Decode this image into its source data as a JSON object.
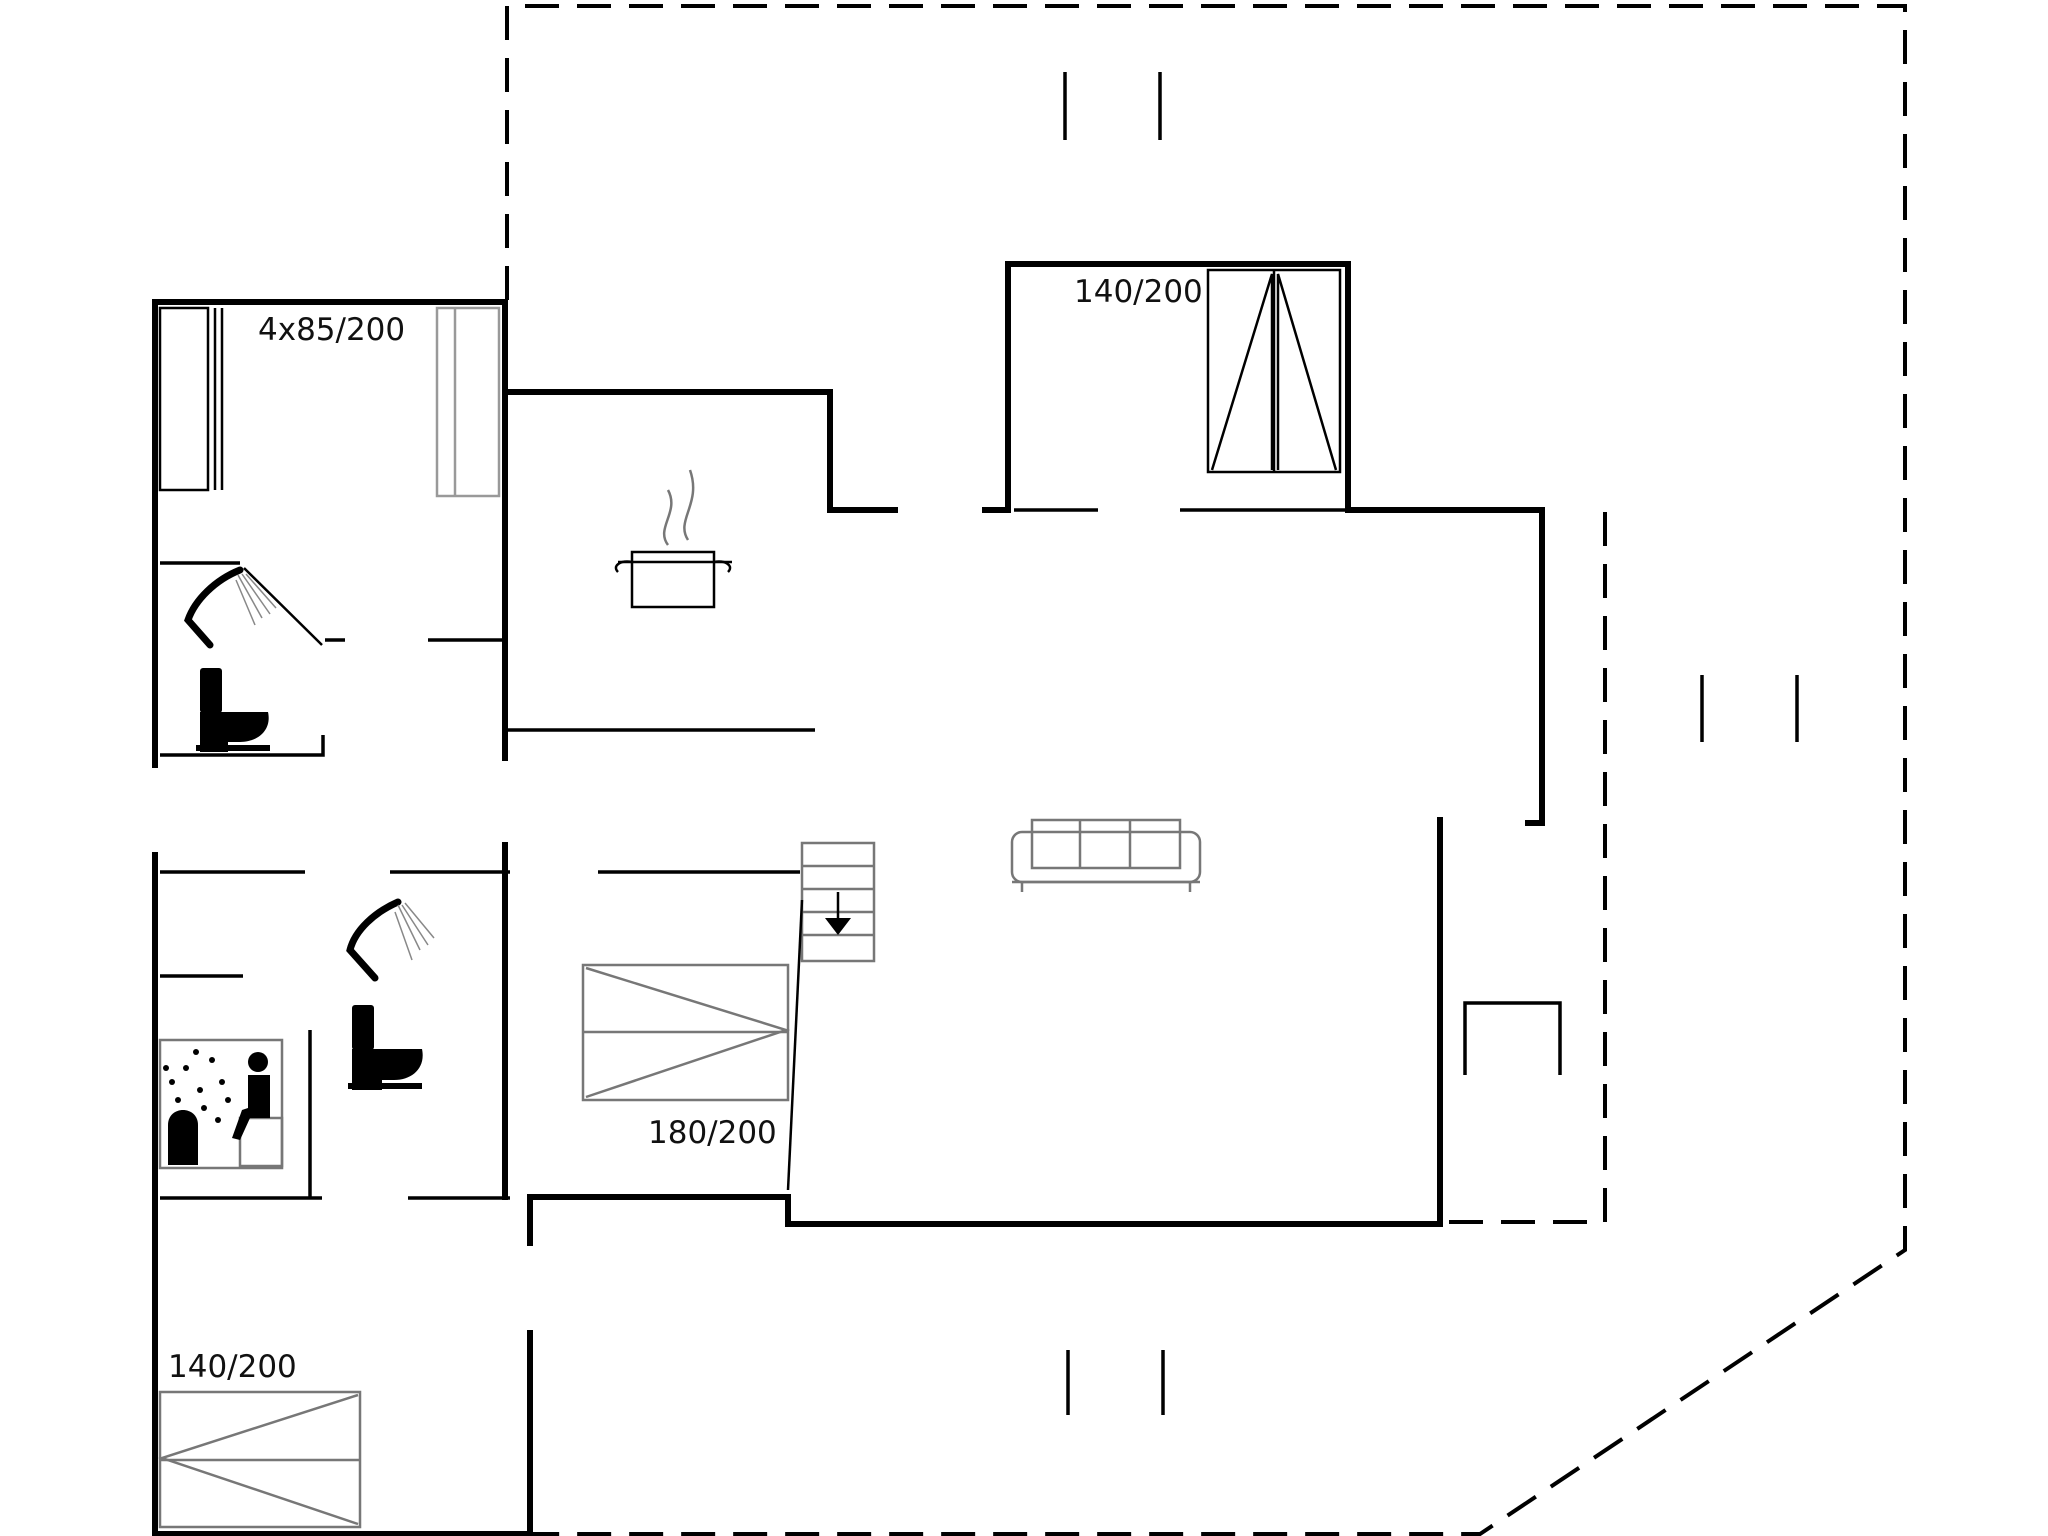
{
  "labels": {
    "bunks": "4x85/200",
    "top_bed": "140/200",
    "mid_bed": "180/200",
    "bottom_bed": "140/200"
  },
  "icons": [
    "bunk-beds-icon",
    "double-bed-icon",
    "shower-icon",
    "toilet-icon",
    "cooking-pot-icon",
    "sofa-icon",
    "staircase-down-icon",
    "sauna-icon",
    "terrace-marker-icon"
  ]
}
